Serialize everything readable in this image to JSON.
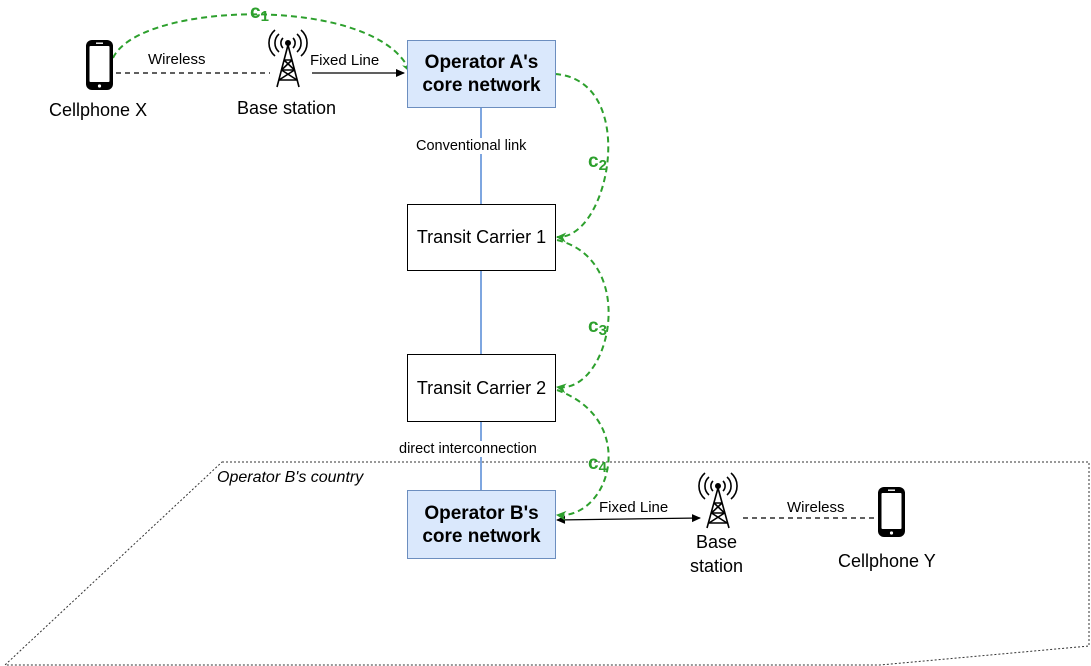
{
  "region": {
    "label": "Operator B's country"
  },
  "nodes": {
    "operator_a": {
      "line1": "Operator A's",
      "line2": "core network"
    },
    "transit_1": {
      "label": "Transit Carrier 1"
    },
    "transit_2": {
      "label": "Transit Carrier 2"
    },
    "operator_b": {
      "line1": "Operator B's",
      "line2": "core network"
    },
    "cellphone_x": {
      "label": "Cellphone X"
    },
    "cellphone_y": {
      "label": "Cellphone Y"
    },
    "base_station_a": {
      "label": "Base station"
    },
    "base_station_b": {
      "line1": "Base",
      "line2": "station"
    }
  },
  "edges": {
    "wireless_a": "Wireless",
    "fixed_line_a": "Fixed Line",
    "conventional_link": "Conventional link",
    "direct_interconnection": "direct interconnection",
    "fixed_line_b": "Fixed Line",
    "wireless_b": "Wireless"
  },
  "costs": [
    {
      "symbol": "c",
      "index": "1"
    },
    {
      "symbol": "c",
      "index": "2"
    },
    {
      "symbol": "c",
      "index": "3"
    },
    {
      "symbol": "c",
      "index": "4"
    }
  ],
  "colors": {
    "core_fill": "#dae8fc",
    "core_stroke": "#6c8ebf",
    "link_blue": "#7ea6e0",
    "cost_green": "#2da02d"
  }
}
